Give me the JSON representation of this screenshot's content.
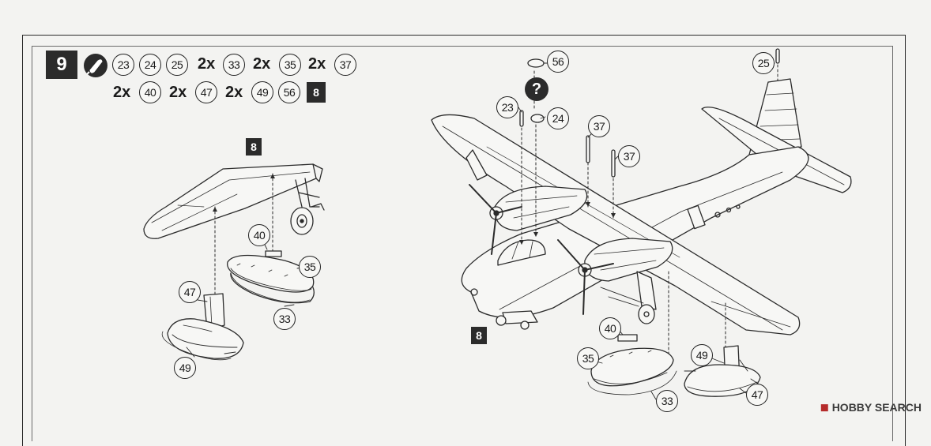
{
  "step": {
    "number": "9",
    "glue_icon": "glue-bottle-icon"
  },
  "parts_row1": [
    {
      "mult": "",
      "part": "23"
    },
    {
      "mult": "",
      "part": "24"
    },
    {
      "mult": "",
      "part": "25"
    },
    {
      "mult": "2x",
      "part": "33"
    },
    {
      "mult": "2x",
      "part": "35"
    },
    {
      "mult": "2x",
      "part": "37"
    }
  ],
  "parts_row2": [
    {
      "mult": "2x",
      "part": "40"
    },
    {
      "mult": "2x",
      "part": "47"
    },
    {
      "mult": "2x",
      "part": "49"
    },
    {
      "mult": "",
      "part": "56"
    }
  ],
  "paint_ref": "8",
  "detail": {
    "ref": "8",
    "callouts": {
      "c40": "40",
      "c35": "35",
      "c47": "47",
      "c33": "33",
      "c49": "49"
    }
  },
  "main": {
    "ref": "8",
    "question_mark": "?",
    "callouts": {
      "c56": "56",
      "c25": "25",
      "c23": "23",
      "c24": "24",
      "c37a": "37",
      "c37b": "37",
      "c40": "40",
      "c35": "35",
      "c33": "33",
      "c49": "49",
      "c47": "47"
    }
  },
  "watermark": {
    "logo": "◼",
    "text": "HOBBY SEARCH"
  }
}
